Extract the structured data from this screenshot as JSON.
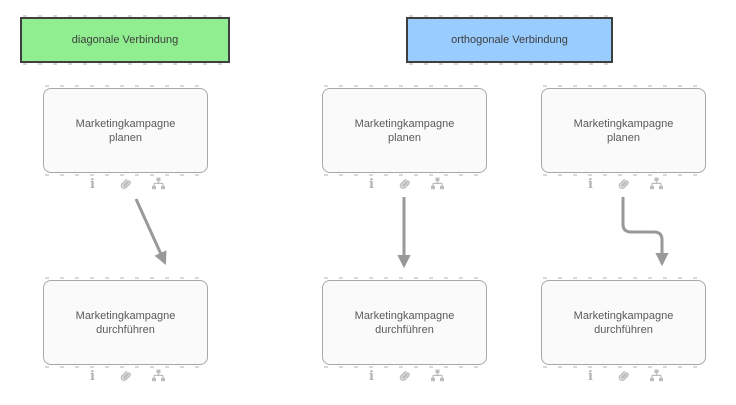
{
  "diagram": {
    "legends": [
      {
        "label": "diagonale Verbindung",
        "fill": "#90EE90",
        "border_color": "#3f3f3f"
      },
      {
        "label": "orthogonale Verbindung",
        "fill": "#99CCFF",
        "border_color": "#3f3f3f"
      }
    ],
    "columns": [
      {
        "connection": "diagonal",
        "top_task": "Marketingkampagne\nplanen",
        "bottom_task": "Marketingkampagne\ndurchführen"
      },
      {
        "connection": "orthogonal-straight",
        "top_task": "Marketingkampagne\nplanen",
        "bottom_task": "Marketingkampagne\ndurchführen"
      },
      {
        "connection": "orthogonal-bend",
        "top_task": "Marketingkampagne\nplanen",
        "bottom_task": "Marketingkampagne\ndurchführen"
      }
    ],
    "task_icons": {
      "info_glyph": "i",
      "names": [
        "info",
        "attachment",
        "hierarchy"
      ]
    },
    "styles": {
      "connector_color": "#999999",
      "connector_width": 3,
      "task_fill": "#fafafa",
      "task_border": "#a8a8a8",
      "icon_color": "#bdbdbd",
      "text_color": "#5a5a5a"
    }
  }
}
